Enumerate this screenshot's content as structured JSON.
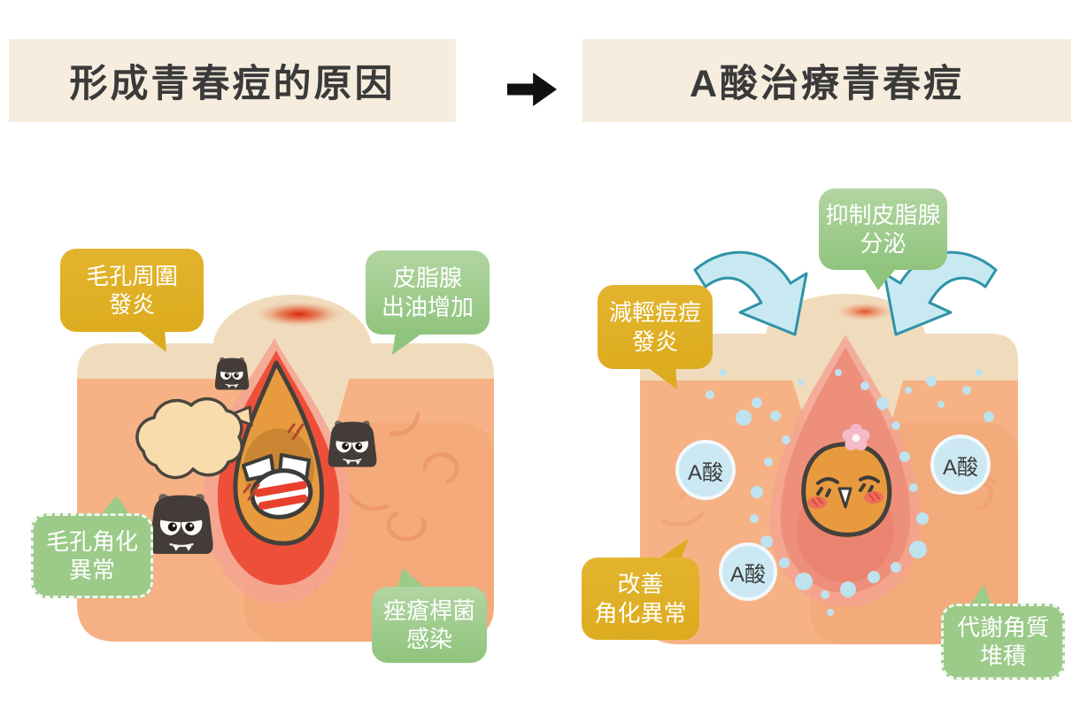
{
  "header": {
    "left_title": "形成青春痘的原因",
    "arrow_icon": "right-arrow",
    "right_title": "A酸治療青春痘"
  },
  "left_panel": {
    "title": "causes-of-acne",
    "bubbles": {
      "pore_inflammation": "毛孔周圍\n發炎",
      "sebum_increase": "皮脂腺\n出油增加",
      "keratinization": "毛孔角化\n異常",
      "bacteria_infection": "痤瘡桿菌\n感染"
    }
  },
  "right_panel": {
    "title": "a-acid-treatment",
    "bubbles": {
      "inhibit_sebum": "抑制皮脂腺\n分泌",
      "reduce_inflammation": "減輕痘痘\n發炎",
      "improve_keratinization": "改善\n角化異常",
      "metabolize_keratin": "代謝角質\n堆積"
    },
    "acid_labels": [
      "A酸",
      "A酸",
      "A酸"
    ]
  },
  "colors": {
    "banner_bg": "#f6edde",
    "title_text": "#3a3a3a",
    "yellow": "#dcab1e",
    "yellow_light": "#e3b42e",
    "green": "#9cca89",
    "green_light": "#b2d5a2",
    "green_dark": "#8fc47d",
    "skin_beige": "#f0dcbd",
    "skin_salmon": "#f6b284",
    "skin_salmon_dark": "#f19f6f",
    "inflame_pink": "#f4a392",
    "inflame_red": "#ee4f38",
    "plug_orange": "#e89a3f",
    "outline_dark": "#44403a",
    "acid_blue": "#cbe8f3",
    "acid_dot": "#bfe2ef",
    "arrow_teal": "#2e93a7",
    "arrow_fill": "#c9e9f2",
    "monster": "#433c38",
    "cloud": "#f8dcab"
  }
}
